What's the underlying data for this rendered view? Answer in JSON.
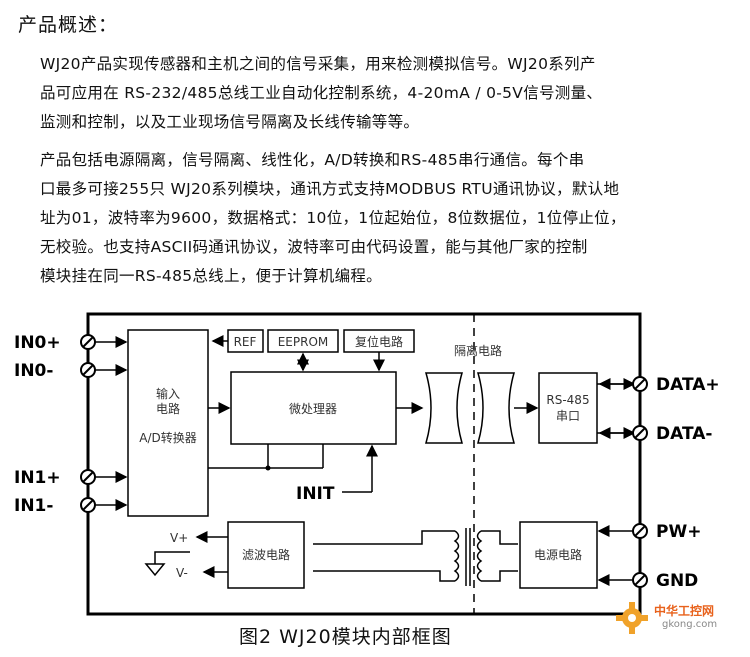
{
  "heading": "产品概述：",
  "paragraph1": [
    "WJ20产品实现传感器和主机之间的信号采集，用来检测模拟信号。WJ20系列产",
    "品可应用在 RS-232/485总线工业自动化控制系统，4-20mA / 0-5V信号测量、",
    "监测和控制，以及工业现场信号隔离及长线传输等等。"
  ],
  "paragraph2": [
    "产品包括电源隔离，信号隔离、线性化，A/D转换和RS-485串行通信。每个串",
    "口最多可接255只 WJ20系列模块，通讯方式支持MODBUS RTU通讯协议，默认地",
    "址为01，波特率为9600，数据格式：10位，1位起始位，8位数据位，1位停止位，",
    "无校验。也支持ASCII码通讯协议，波特率可由代码设置，能与其他厂家的控制",
    "模块挂在同一RS-485总线上，便于计算机编程。"
  ],
  "diagram": {
    "pins_left": [
      "IN0+",
      "IN0-",
      "IN1+",
      "IN1-"
    ],
    "pins_right": [
      "DATA+",
      "DATA-",
      "PW+",
      "GND"
    ],
    "input_block": [
      "输入",
      "电路",
      "A/D转换器"
    ],
    "ref": "REF",
    "eeprom": "EEPROM",
    "reset": "复位电路",
    "mcu": "微处理器",
    "isolation": "隔离电路",
    "rs485": [
      "RS-485",
      "串口"
    ],
    "init": "INIT",
    "filter": "滤波电路",
    "power": "电源电路",
    "vplus": "V+",
    "vminus": "V-"
  },
  "caption": "图2   WJ20模块内部框图",
  "watermark": {
    "title": "中华工控网",
    "url": "gkong.com"
  }
}
